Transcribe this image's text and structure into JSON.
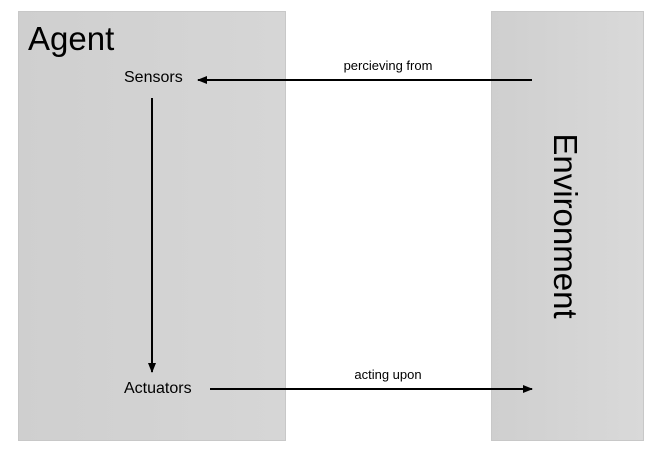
{
  "agent": {
    "title": "Agent",
    "sensors_label": "Sensors",
    "actuators_label": "Actuators"
  },
  "environment": {
    "title": "Environment"
  },
  "edges": {
    "perceive_label": "percieving  from",
    "act_label": "acting upon",
    "internal_label": ""
  },
  "colors": {
    "panel_fill": "#d3d3d3",
    "arrow": "#000000",
    "background": "#ffffff"
  }
}
